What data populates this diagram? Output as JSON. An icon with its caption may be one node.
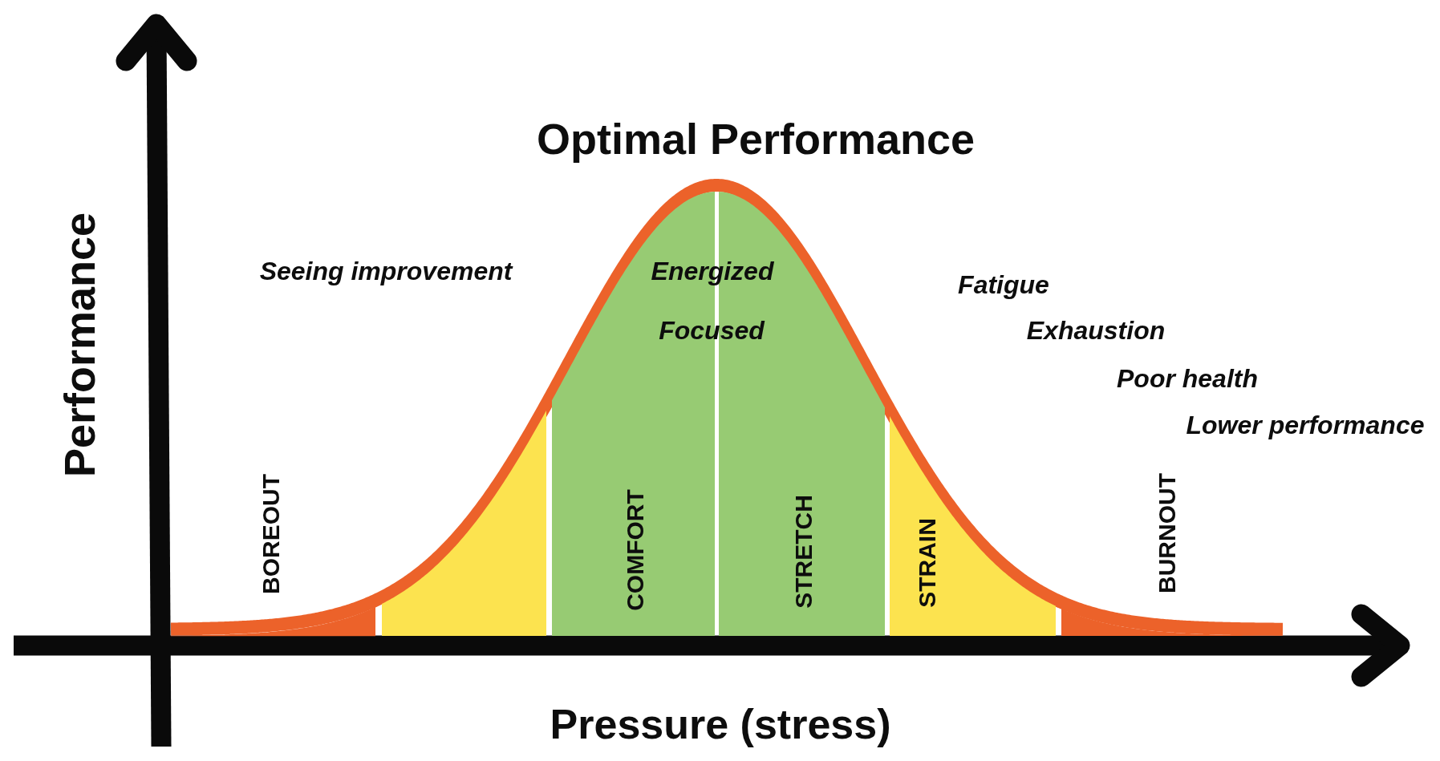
{
  "diagram": {
    "title": "Optimal Performance",
    "nodes": [
      {
        "text": [],
        "shape": "band",
        "beside": [
          "BOREOUT"
        ]
      },
      {
        "text": [],
        "shape": "band"
      },
      {
        "text": [
          "COMFORT"
        ]
      },
      {
        "text": [
          "STRETCH"
        ]
      },
      {
        "text": [
          "STRAIN"
        ]
      },
      {
        "text": [],
        "shape": "band",
        "beside": [
          "BURNOUT"
        ]
      }
    ],
    "labels": [
      "Performance",
      "Seeing improvement",
      "Energized",
      "Focused",
      "Fatigue",
      "Exhaustion",
      "Poor health",
      "Lower performance",
      "Pressure (stress)"
    ]
  }
}
